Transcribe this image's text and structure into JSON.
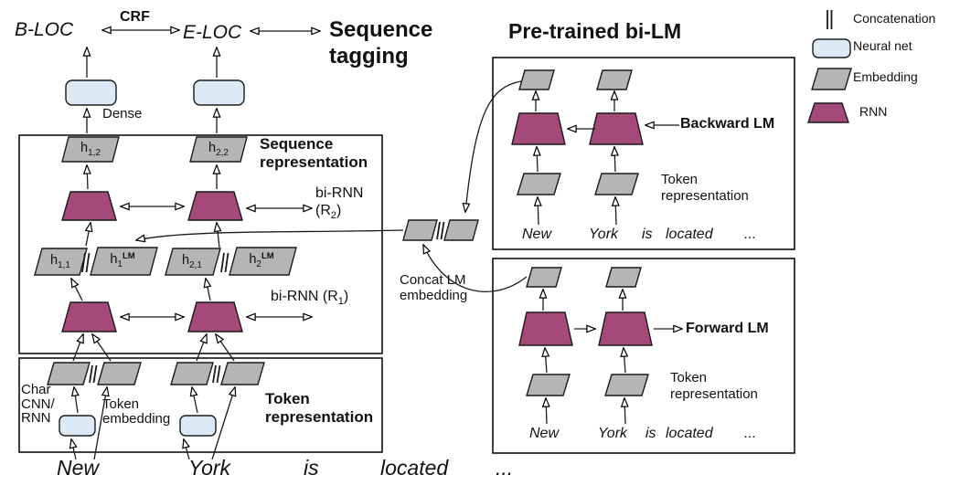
{
  "top": {
    "tag_left": "B-LOC",
    "crf": "CRF",
    "tag_right": "E-LOC",
    "heading": "Sequence\ntagging",
    "dense": "Dense"
  },
  "sequence_box": {
    "title": "Sequence\nrepresentation",
    "h12": {
      "base": "h",
      "sub": "1,2"
    },
    "h22": {
      "base": "h",
      "sub": "2,2"
    },
    "h11": {
      "base": "h",
      "sub": "1,1"
    },
    "h1lm": {
      "base": "h",
      "sub": "1",
      "sup": "LM"
    },
    "h21": {
      "base": "h",
      "sub": "2,1"
    },
    "h2lm": {
      "base": "h",
      "sub": "2",
      "sup": "LM"
    },
    "bi_rnn_r2": {
      "line1": "bi-RNN",
      "pre": "(R",
      "sub": "2",
      "post": ")"
    },
    "bi_rnn_r1": {
      "pre": "bi-RNN (R",
      "sub": "1",
      "post": ")"
    }
  },
  "token_box": {
    "title": "Token\nrepresentation",
    "char_label": "Char\nCNN/\nRNN",
    "embed_label": "Token\nembedding"
  },
  "concat": {
    "label": "Concat LM\nembedding"
  },
  "sentence": [
    "New",
    "York",
    "is",
    "located",
    "..."
  ],
  "bilm": {
    "title": "Pre-trained bi-LM",
    "backward": {
      "label": "Backward LM",
      "token_label": "Token\nrepresentation",
      "sentence": [
        "New",
        "York",
        "is",
        "located",
        "..."
      ]
    },
    "forward": {
      "label": "Forward LM",
      "token_label": "Token\nrepresentation",
      "sentence": [
        "New",
        "York",
        "is",
        "located",
        "..."
      ]
    }
  },
  "legend": {
    "concat_label": "Concatenation",
    "neural_label": "Neural net",
    "embed_label": "Embedding",
    "rnn_label": "RNN"
  },
  "colors": {
    "embedding_fill": "#b5b5b5",
    "rnn_fill": "#a4497a",
    "neural_net_fill": "#dce9f7",
    "line": "#1a1a1a"
  }
}
